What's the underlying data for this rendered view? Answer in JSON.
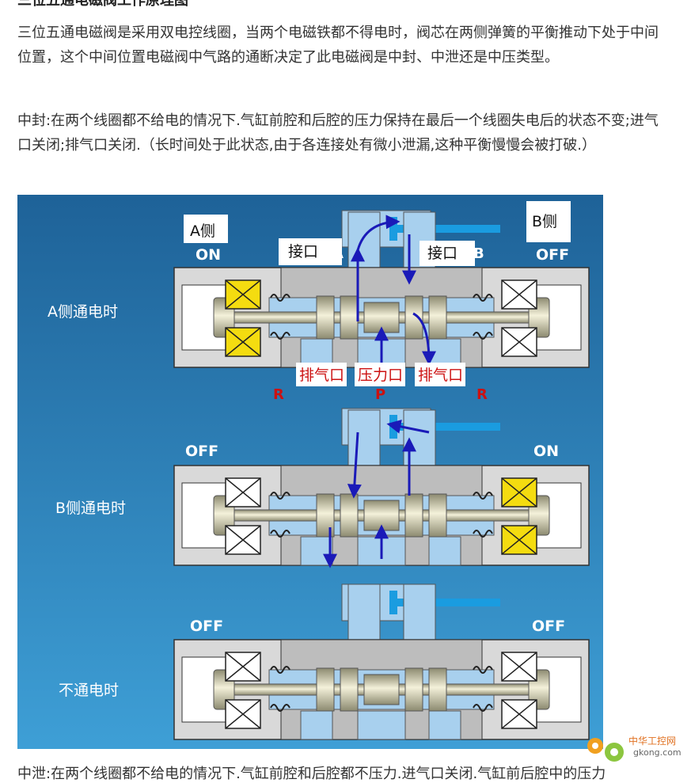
{
  "page": {
    "top_cut_text": "三位五通电磁阀工作原理图",
    "para1": "三位五通电磁阀是采用双电控线圈，当两个电磁铁都不得电时，阀芯在两侧弹簧的平衡推动下处于中间位置，这个中间位置电磁阀中气路的通断决定了此电磁阀是中封、中泄还是中压类型。",
    "para2": "中封:在两个线圈都不给电的情况下.气缸前腔和后腔的压力保持在最后一个线圈失电后的状态不变;进气口关闭;排气口关闭.（长时间处于此状态,由于各连接处有微小泄漏,这种平衡慢慢会被打破.）",
    "bottom_cut_text": "中泄:在两个线圈都不给电的情况下.气缸前腔和后腔都不压力.进气口关闭.气缸前后腔中的压力"
  },
  "figure": {
    "side_a": "A侧",
    "side_b": "B侧",
    "port_left": "接口",
    "port_right": "接口",
    "letter_a": "A",
    "letter_b": "B",
    "state1": "A侧通电时",
    "state2": "B侧通电时",
    "state3": "不通电时",
    "on": "ON",
    "off": "OFF",
    "exhaust": "排气口",
    "pressure": "压力口",
    "letter_r": "R",
    "letter_p": "P"
  },
  "watermark": {
    "cn": "中华工控网",
    "url": "gkong.com"
  },
  "colors": {
    "bg_top": "#1e6298",
    "bg_bottom": "#3e9fd6",
    "chamber": "#a8d0ee",
    "chamber_dark": "#6fa9d6",
    "housing": "#d9d9d9",
    "coil_on": "#f4dc10",
    "spool": "#dcd7b4",
    "arrow": "#1a1ab8",
    "label_red": "#cc1111",
    "cyl_bar": "#1a9ce0"
  }
}
